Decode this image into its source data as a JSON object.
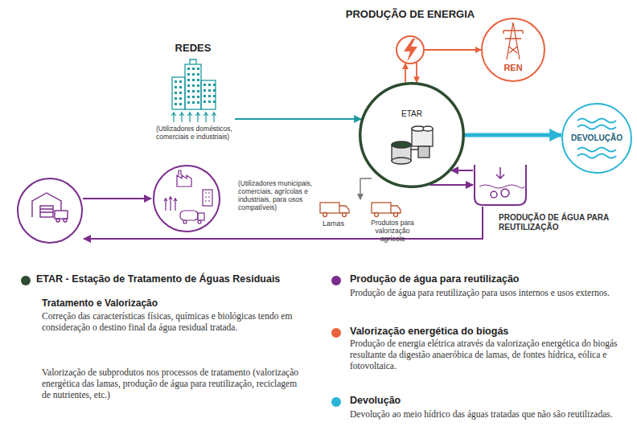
{
  "diagram": {
    "nodes": [
      {
        "text": [
          "PRODUÇÃO DE ENERGIA"
        ]
      },
      {
        "text": [
          "REN"
        ]
      },
      {
        "text": [
          "REDES",
          "(Utilizadores domésticos, comerciais e industriais)"
        ]
      },
      {
        "text": [
          "ETAR"
        ]
      },
      {
        "text": [
          "DEVOLUÇÃO"
        ]
      },
      {
        "text": [
          "(Utilizadores municipais, comerciais, agrícolas e industriais, para usos compatíveis)"
        ]
      },
      {
        "text": [
          "PRODUÇÃO DE ÁGUA PARA REUTILIZAÇÃO"
        ]
      }
    ],
    "edges": [
      {
        "from": 0,
        "to": 1,
        "arrow": "to"
      },
      {
        "from": 3,
        "to": 0,
        "arrow": "to"
      },
      {
        "from": 0,
        "to": 3,
        "arrow": "to"
      },
      {
        "from": 2,
        "to": 3,
        "arrow": "to"
      },
      {
        "from": 3,
        "to": 4,
        "arrow": "to"
      },
      {
        "from": 6,
        "to": 3,
        "arrow": "to"
      },
      {
        "from": 3,
        "to": 6,
        "arrow": "to"
      }
    ],
    "labels": [
      "Lamas",
      "Produtos para valorização agrícola",
      "Tratamento e Valorização",
      "Correção das características físicas, químicas e biológicas tendo em consideração o destino final da água residual tratada.",
      "Valorização de subprodutos nos processos de tratamento (valorização energética das lamas, produção de água para reutilização, reciclagem de nutrientes, etc.)",
      "Produção de água para reutilização para usos internos e usos externos.",
      "Produção de energia elétrica através da valorização energética do biogás resultante da digestão anaeróbica de lamas, de fontes hídrica, eólica e fotovoltaica.",
      "Devolução ao meio hídrico das águas tratadas que não são reutilizadas."
    ],
    "legend": [
      {
        "text": "ETAR - Estação de Tratamento de Águas Residuais",
        "color": "#2d4b30"
      },
      {
        "text": "Produção de água para reutilização",
        "color": "#7b2c8c"
      },
      {
        "text": "Valorização energética do biogás",
        "color": "#e8623e"
      },
      {
        "text": "Devolução",
        "color": "#2ab4d6"
      }
    ]
  }
}
